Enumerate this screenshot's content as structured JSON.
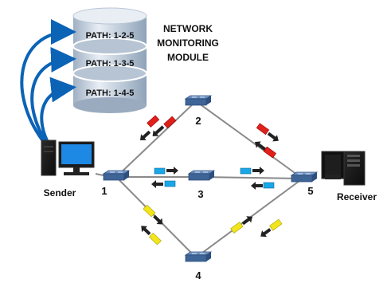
{
  "title_lines": [
    "NETWORK",
    "MONITORING",
    "MODULE"
  ],
  "database_paths": [
    "PATH: 1-2-5",
    "PATH: 1-3-5",
    "PATH: 1-4-5"
  ],
  "nodes": [
    {
      "id": "1",
      "label": "1"
    },
    {
      "id": "2",
      "label": "2"
    },
    {
      "id": "3",
      "label": "3"
    },
    {
      "id": "4",
      "label": "4"
    },
    {
      "id": "5",
      "label": "5"
    }
  ],
  "endpoints": {
    "sender": "Sender",
    "receiver": "Receiver"
  },
  "colors": {
    "database": "#c7d3e0",
    "database_edge": "#7a8ea6",
    "arrows": "#0b63b6",
    "link": "#7f7f7f",
    "path_red": "#e0201b",
    "path_blue": "#1aa7e8",
    "path_yellow": "#f2e51a",
    "router": "#5b7fb0"
  }
}
